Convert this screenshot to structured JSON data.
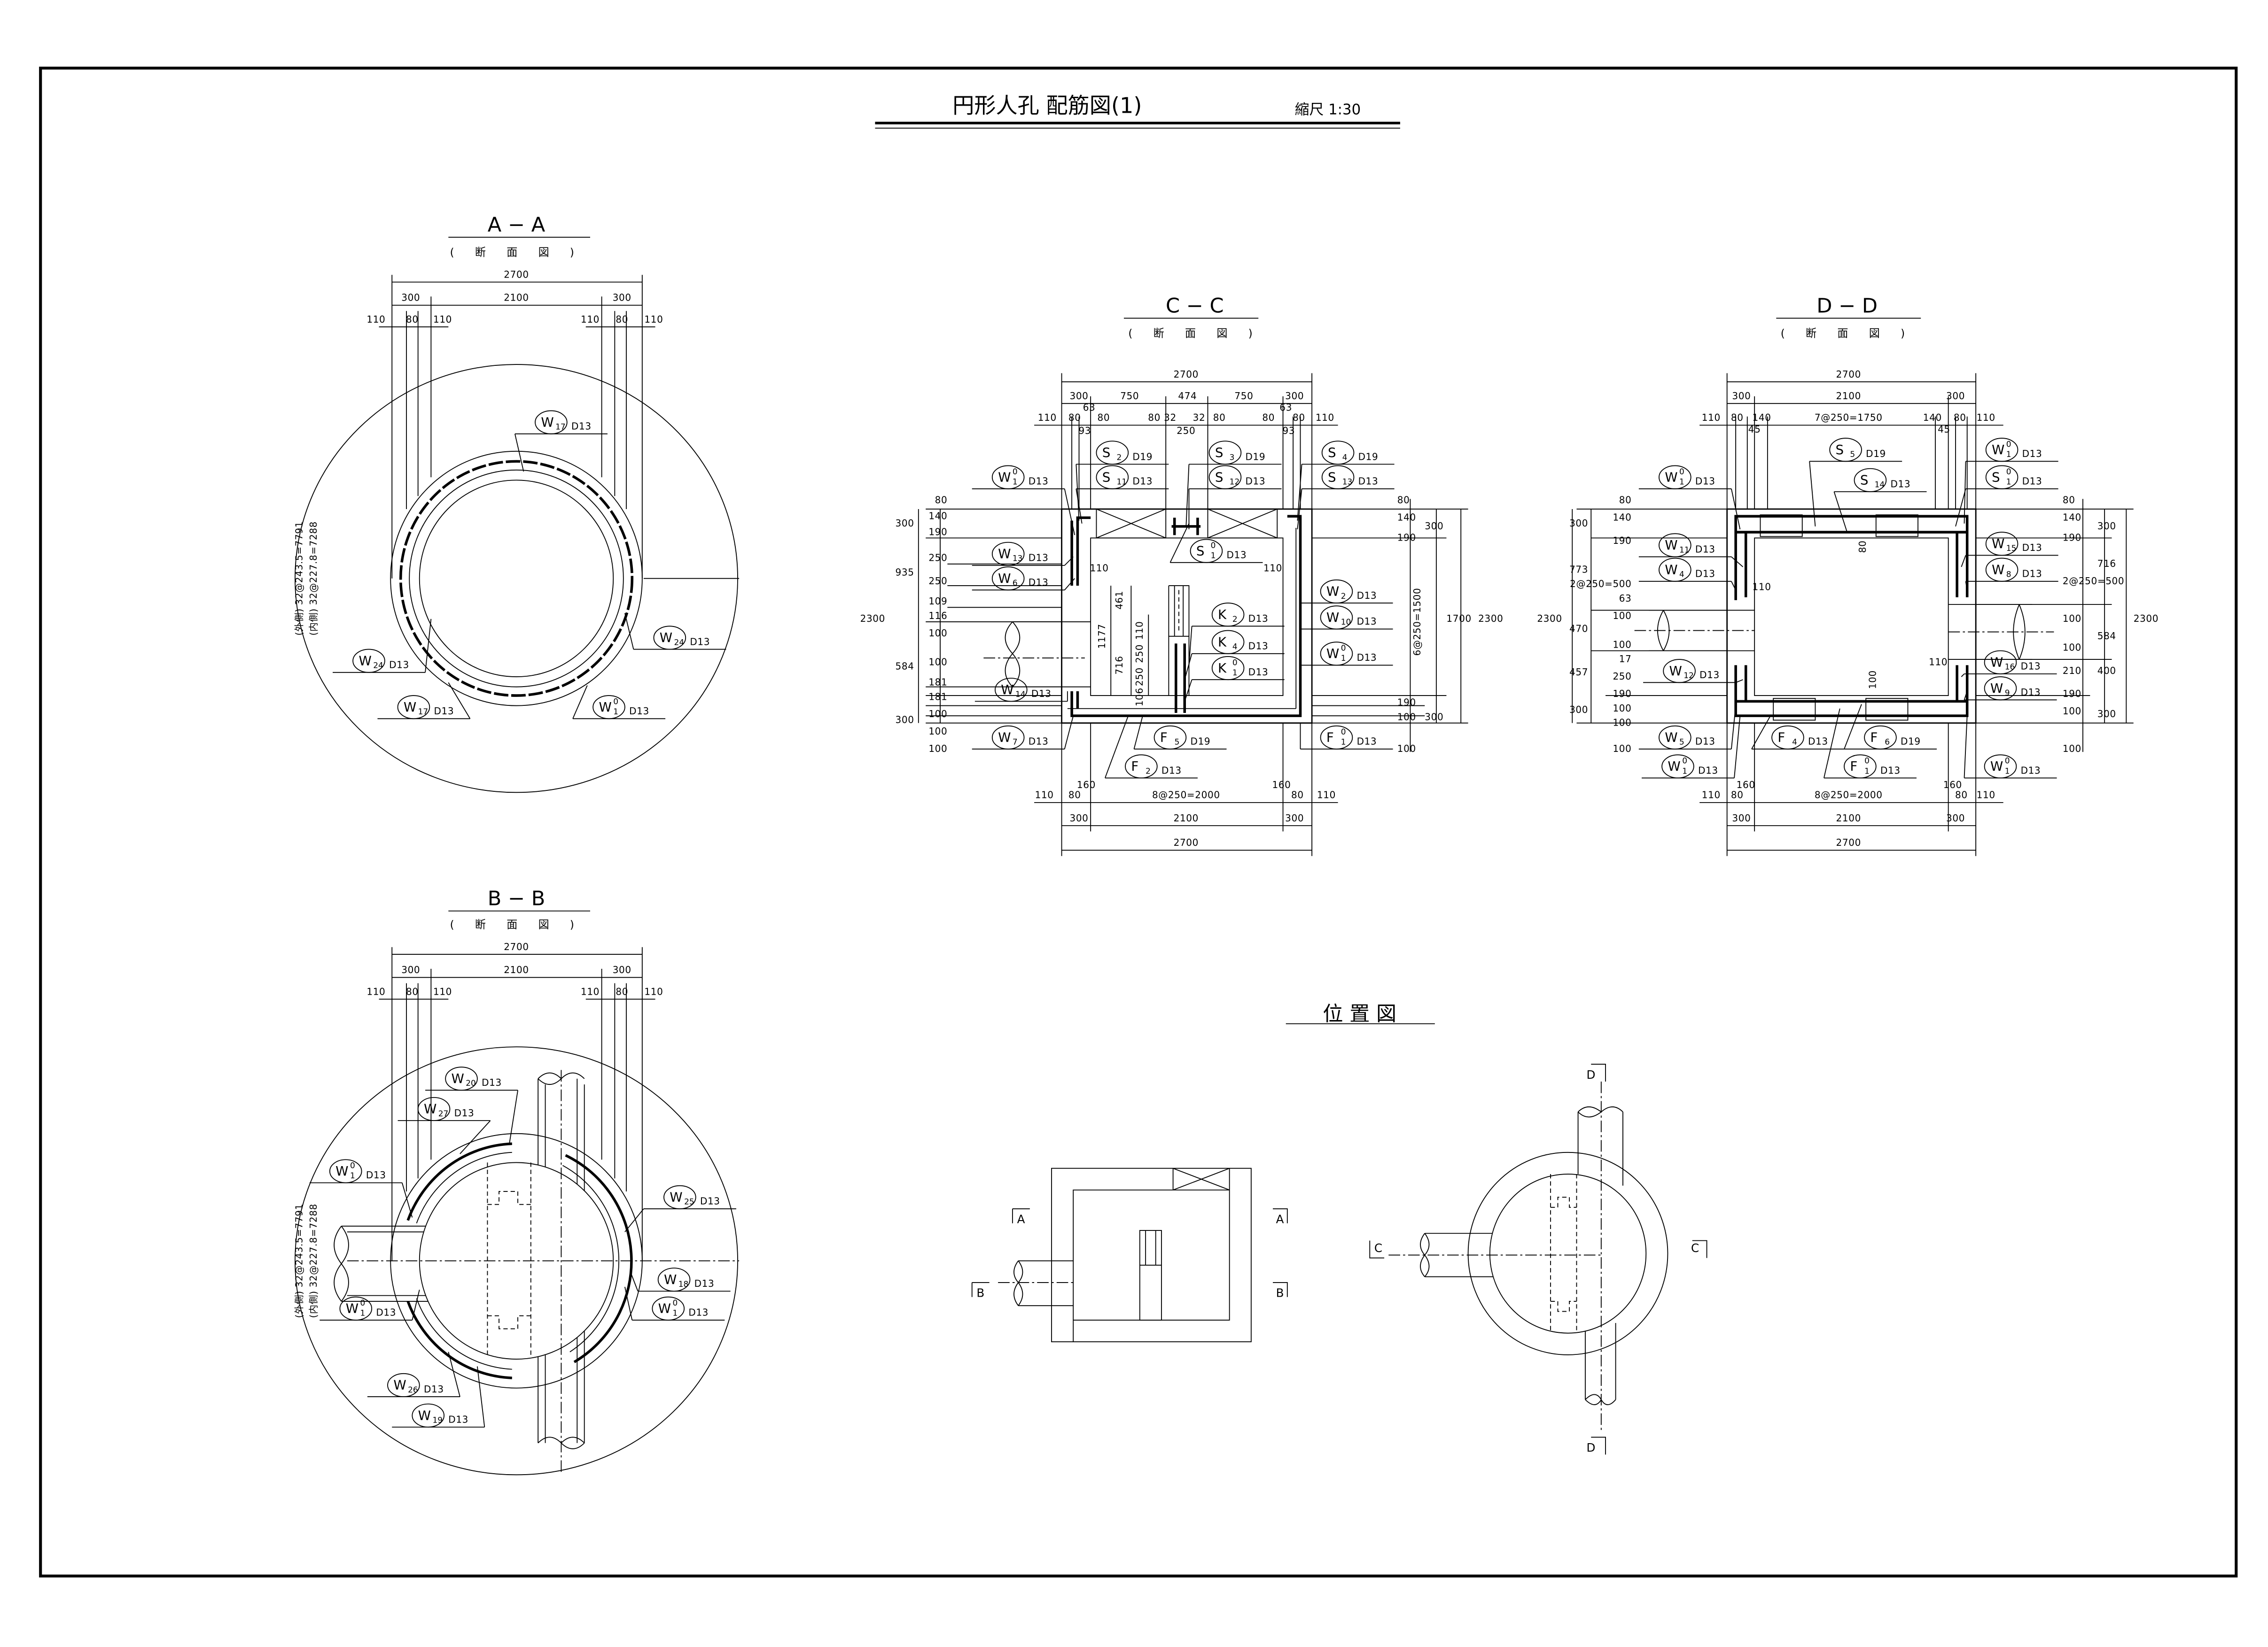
{
  "title": {
    "main": "円形人孔 配筋図(1)",
    "scale": "縮尺 1:30"
  },
  "views": {
    "aa": {
      "title": "A − A",
      "subtitle": "( 断 面 図 )",
      "dims": [
        "2700",
        "300",
        "2100",
        "300",
        "110",
        "80",
        "110",
        "110",
        "80",
        "110"
      ],
      "notes": [
        "(外側) 32@243.5=7791",
        "(内側) 32@227.8=7288"
      ],
      "callouts": [
        {
          "mark": "W",
          "sub": "17",
          "sup": "",
          "size": "D13"
        },
        {
          "mark": "W",
          "sub": "24",
          "sup": "",
          "size": "D13"
        },
        {
          "mark": "W",
          "sub": "24",
          "sup": "",
          "size": "D13"
        },
        {
          "mark": "W",
          "sub": "17",
          "sup": "",
          "size": "D13"
        },
        {
          "mark": "W",
          "sub": "1",
          "sup": "0",
          "size": "D13"
        }
      ]
    },
    "bb": {
      "title": "B − B",
      "subtitle": "( 断 面 図 )",
      "dims": [
        "2700",
        "300",
        "2100",
        "300",
        "110",
        "80",
        "110",
        "110",
        "80",
        "110"
      ],
      "notes": [
        "(外側) 32@243.5=7791",
        "(内側) 32@227.8=7288"
      ],
      "callouts": [
        {
          "mark": "W",
          "sub": "20",
          "sup": "",
          "size": "D13"
        },
        {
          "mark": "W",
          "sub": "27",
          "sup": "",
          "size": "D13"
        },
        {
          "mark": "W",
          "sub": "1",
          "sup": "0",
          "size": "D13"
        },
        {
          "mark": "W",
          "sub": "25",
          "sup": "",
          "size": "D13"
        },
        {
          "mark": "W",
          "sub": "18",
          "sup": "",
          "size": "D13"
        },
        {
          "mark": "W",
          "sub": "1",
          "sup": "0",
          "size": "D13"
        },
        {
          "mark": "W",
          "sub": "1",
          "sup": "0",
          "size": "D13"
        },
        {
          "mark": "W",
          "sub": "26",
          "sup": "",
          "size": "D13"
        },
        {
          "mark": "W",
          "sub": "19",
          "sup": "",
          "size": "D13"
        }
      ]
    },
    "cc": {
      "title": "C − C",
      "subtitle": "( 断 面 図 )",
      "dims": [
        "2700",
        "300",
        "750",
        "474",
        "750",
        "300",
        "110",
        "80",
        "63",
        "80",
        "80",
        "32",
        "32",
        "80",
        "80",
        "63",
        "80",
        "110",
        "93",
        "250",
        "93",
        "160",
        "160",
        "110",
        "80",
        "8@250=2000",
        "80",
        "110",
        "300",
        "2100",
        "300",
        "2700",
        "2300",
        "300",
        "935",
        "584",
        "300",
        "80",
        "140",
        "190",
        "250",
        "250",
        "109",
        "116",
        "100",
        "100",
        "181",
        "181",
        "100",
        "100",
        "100",
        "80",
        "140",
        "300",
        "190",
        "6@250=1500",
        "1700",
        "2300",
        "190",
        "100",
        "300",
        "100",
        "110",
        "110",
        "1177",
        "461",
        "716",
        "110",
        "250",
        "250",
        "106"
      ],
      "callouts": [
        {
          "mark": "S",
          "sub": "2",
          "sup": "",
          "size": "D19"
        },
        {
          "mark": "S",
          "sub": "11",
          "sup": "",
          "size": "D13"
        },
        {
          "mark": "S",
          "sub": "3",
          "sup": "",
          "size": "D19"
        },
        {
          "mark": "S",
          "sub": "12",
          "sup": "",
          "size": "D13"
        },
        {
          "mark": "S",
          "sub": "4",
          "sup": "",
          "size": "D19"
        },
        {
          "mark": "S",
          "sub": "13",
          "sup": "",
          "size": "D13"
        },
        {
          "mark": "W",
          "sub": "1",
          "sup": "0",
          "size": "D13"
        },
        {
          "mark": "S",
          "sub": "1",
          "sup": "0",
          "size": "D13"
        },
        {
          "mark": "W",
          "sub": "13",
          "sup": "",
          "size": "D13"
        },
        {
          "mark": "W",
          "sub": "6",
          "sup": "",
          "size": "D13"
        },
        {
          "mark": "W",
          "sub": "2",
          "sup": "",
          "size": "D13"
        },
        {
          "mark": "W",
          "sub": "10",
          "sup": "",
          "size": "D13"
        },
        {
          "mark": "K",
          "sub": "2",
          "sup": "",
          "size": "D13"
        },
        {
          "mark": "K",
          "sub": "4",
          "sup": "",
          "size": "D13"
        },
        {
          "mark": "K",
          "sub": "1",
          "sup": "0",
          "size": "D13"
        },
        {
          "mark": "W",
          "sub": "1",
          "sup": "0",
          "size": "D13"
        },
        {
          "mark": "W",
          "sub": "14",
          "sup": "",
          "size": "D13"
        },
        {
          "mark": "W",
          "sub": "7",
          "sup": "",
          "size": "D13"
        },
        {
          "mark": "F",
          "sub": "5",
          "sup": "",
          "size": "D19"
        },
        {
          "mark": "F",
          "sub": "1",
          "sup": "0",
          "size": "D13"
        },
        {
          "mark": "F",
          "sub": "2",
          "sup": "",
          "size": "D13"
        }
      ]
    },
    "dd": {
      "title": "D − D",
      "subtitle": "( 断 面 図 )",
      "dims": [
        "2700",
        "300",
        "2100",
        "300",
        "110",
        "80",
        "140",
        "45",
        "7@250=1750",
        "140",
        "45",
        "80",
        "110",
        "160",
        "160",
        "110",
        "80",
        "8@250=2000",
        "80",
        "110",
        "300",
        "2100",
        "300",
        "2700",
        "2300",
        "300",
        "773",
        "470",
        "457",
        "300",
        "80",
        "140",
        "190",
        "2@250=500",
        "63",
        "100",
        "100",
        "17",
        "250",
        "190",
        "100",
        "100",
        "100",
        "80",
        "140",
        "300",
        "190",
        "2@250=500",
        "716",
        "2300",
        "100",
        "584",
        "100",
        "210",
        "400",
        "190",
        "100",
        "300",
        "100",
        "80",
        "110",
        "110",
        "100"
      ],
      "callouts": [
        {
          "mark": "W",
          "sub": "1",
          "sup": "0",
          "size": "D13"
        },
        {
          "mark": "S",
          "sub": "5",
          "sup": "",
          "size": "D19"
        },
        {
          "mark": "S",
          "sub": "14",
          "sup": "",
          "size": "D13"
        },
        {
          "mark": "W",
          "sub": "1",
          "sup": "0",
          "size": "D13"
        },
        {
          "mark": "S",
          "sub": "1",
          "sup": "0",
          "size": "D13"
        },
        {
          "mark": "W",
          "sub": "11",
          "sup": "",
          "size": "D13"
        },
        {
          "mark": "W",
          "sub": "4",
          "sup": "",
          "size": "D13"
        },
        {
          "mark": "W",
          "sub": "15",
          "sup": "",
          "size": "D13"
        },
        {
          "mark": "W",
          "sub": "8",
          "sup": "",
          "size": "D13"
        },
        {
          "mark": "W",
          "sub": "12",
          "sup": "",
          "size": "D13"
        },
        {
          "mark": "W",
          "sub": "16",
          "sup": "",
          "size": "D13"
        },
        {
          "mark": "W",
          "sub": "9",
          "sup": "",
          "size": "D13"
        },
        {
          "mark": "W",
          "sub": "5",
          "sup": "",
          "size": "D13"
        },
        {
          "mark": "F",
          "sub": "4",
          "sup": "",
          "size": "D13"
        },
        {
          "mark": "F",
          "sub": "6",
          "sup": "",
          "size": "D19"
        },
        {
          "mark": "F",
          "sub": "1",
          "sup": "0",
          "size": "D13"
        },
        {
          "mark": "W",
          "sub": "1",
          "sup": "0",
          "size": "D13"
        },
        {
          "mark": "W",
          "sub": "1",
          "sup": "0",
          "size": "D13"
        }
      ]
    }
  },
  "location": {
    "title": "位 置 図",
    "markers": [
      "A",
      "A",
      "B",
      "B",
      "C",
      "C",
      "D",
      "D"
    ]
  }
}
